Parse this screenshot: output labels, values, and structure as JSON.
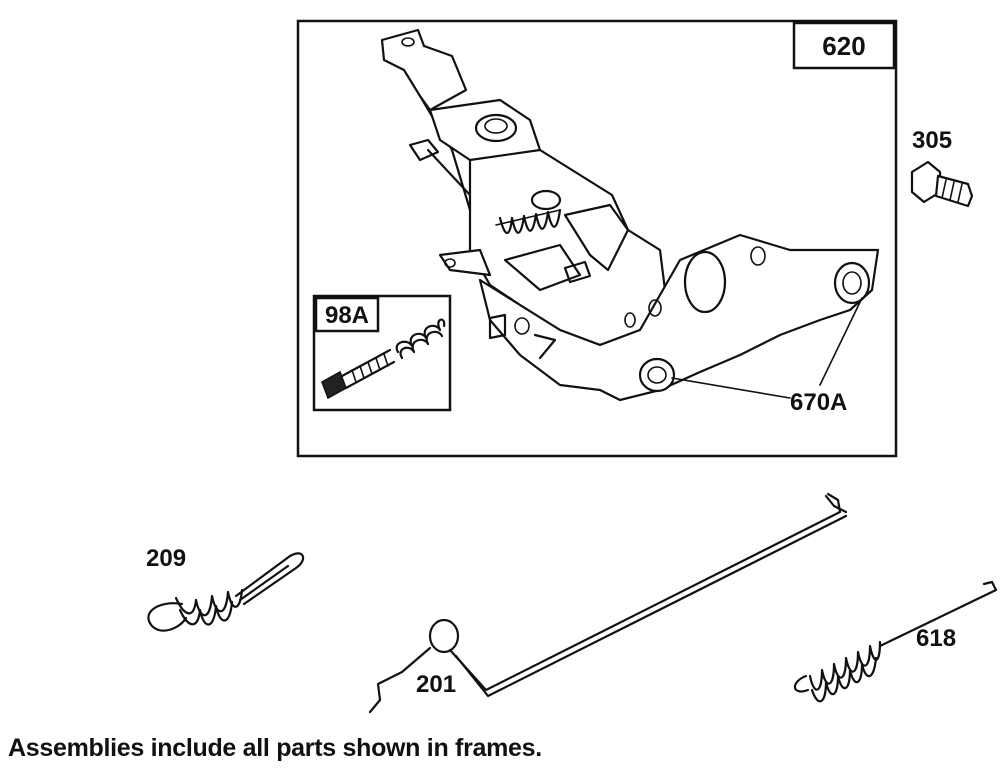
{
  "labels": {
    "frame_620": "620",
    "frame_98a": "98A",
    "part_305": "305",
    "part_670a": "670A",
    "part_209": "209",
    "part_201": "201",
    "part_618": "618"
  },
  "footnote": "Assemblies include all parts shown in frames."
}
